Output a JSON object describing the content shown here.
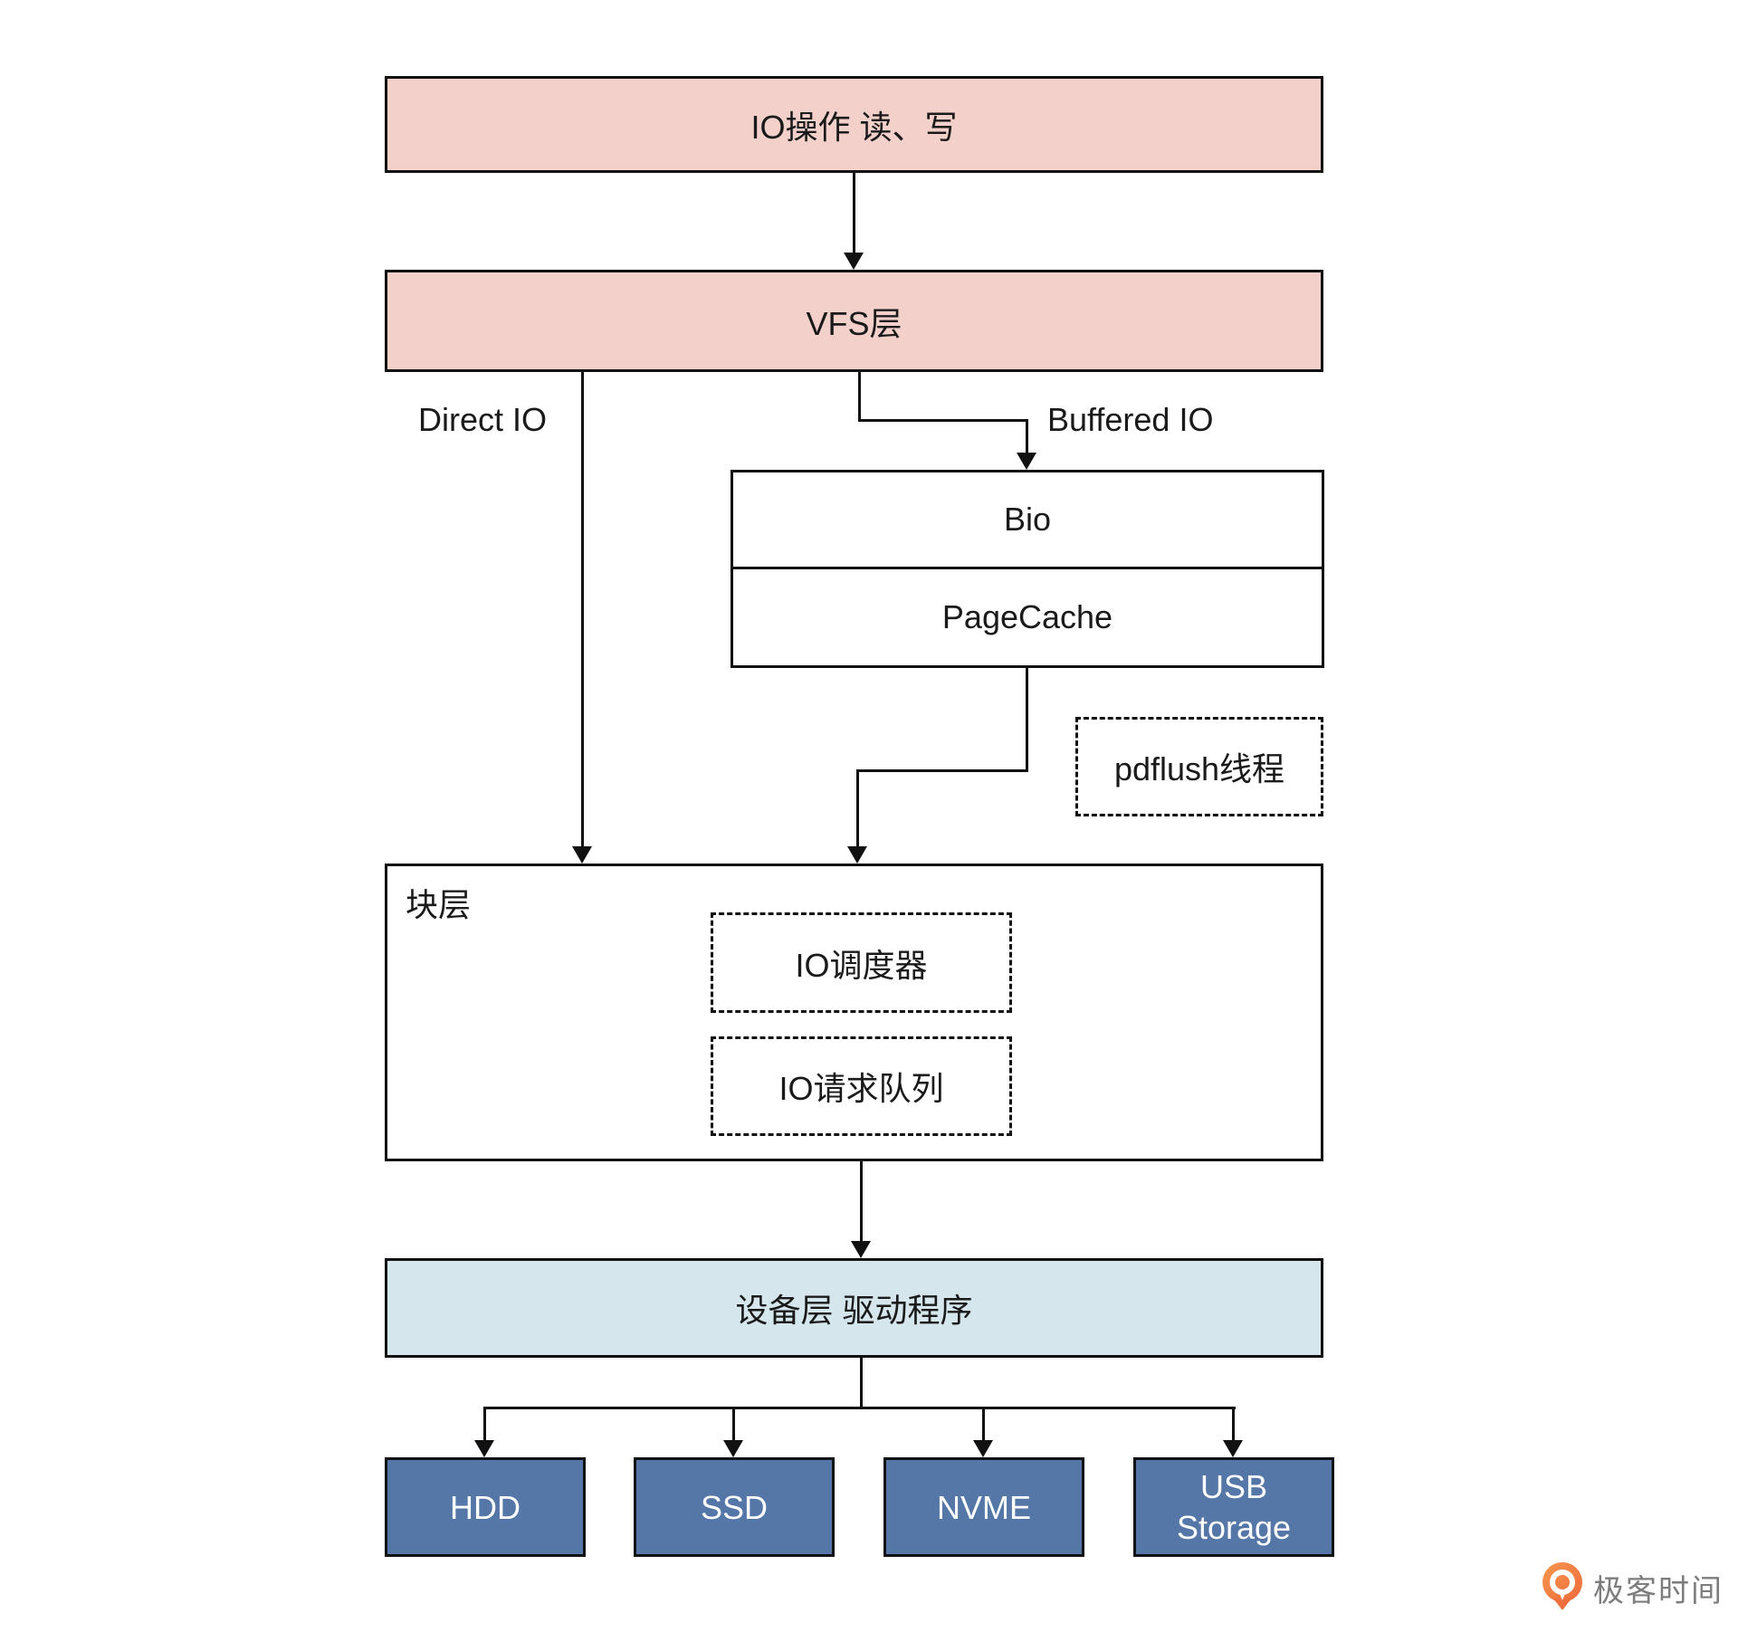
{
  "diagram": {
    "io_op_box": "IO操作 读、写",
    "vfs_box": "VFS层",
    "direct_io_label": "Direct IO",
    "buffered_io_label": "Buffered IO",
    "bio_cell": "Bio",
    "pagecache_cell": "PageCache",
    "pdflush_box": "pdflush线程",
    "block_layer": {
      "label": "块层",
      "io_scheduler": "IO调度器",
      "io_request_queue": "IO请求队列"
    },
    "device_layer_box": "设备层 驱动程序",
    "devices": [
      "HDD",
      "SSD",
      "NVME",
      "USB Storage"
    ],
    "colors": {
      "box_pink": "#f4d0cb",
      "box_light_blue": "#d5e6ed",
      "box_steel_blue": "#5477a7",
      "line_black": "#111111"
    }
  },
  "footer": {
    "brand_text": "极客时间",
    "brand_orange": "#ee6f3e",
    "brand_gray": "#7d7d7d"
  }
}
